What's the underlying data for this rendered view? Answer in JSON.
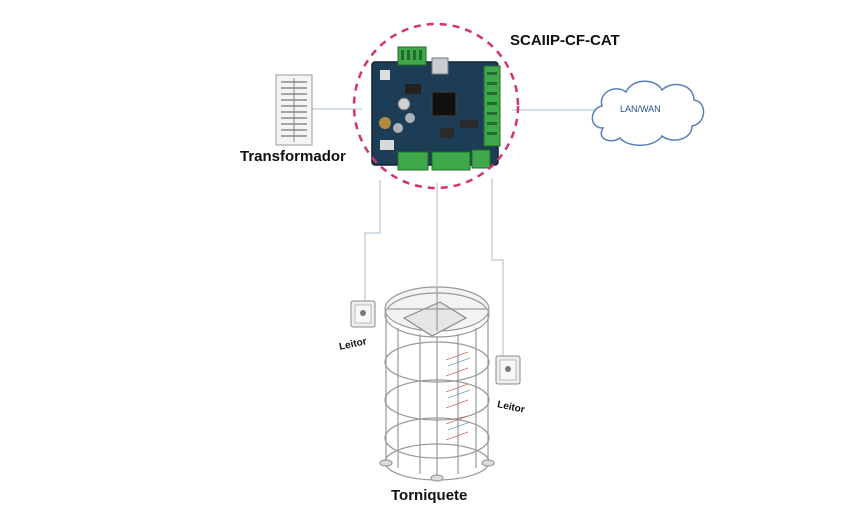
{
  "labels": {
    "controller": "SCAIIP-CF-CAT",
    "transformer": "Transformador",
    "network": "LAN/WAN",
    "turnstile": "Torniquete",
    "reader_left": "Leitor",
    "reader_right": "Leitor"
  },
  "colors": {
    "highlight_circle": "#d4336e",
    "connector_lines": "#9fb3c8",
    "cloud_outline": "#5a7fb8",
    "board_pcb": "#1d3d56",
    "terminal_green": "#3fa84a"
  }
}
